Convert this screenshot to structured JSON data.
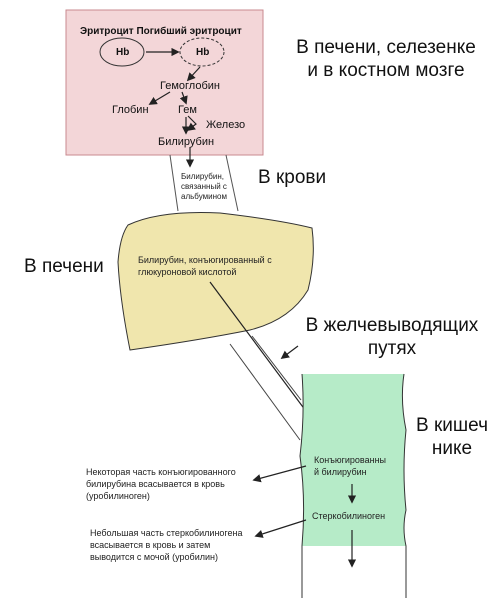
{
  "diagram": {
    "colors": {
      "pink_box": "#f3d6d8",
      "pink_border": "#c8898f",
      "liver_fill": "#f0e6ad",
      "intestine_fill": "#b6ebc8",
      "line": "#222222"
    },
    "top_box": {
      "header": "Эритроцит Погибший эритроцит",
      "hb_left": "Hb",
      "hb_right": "Hb",
      "hemoglobin": "Гемоглобин",
      "globin": "Глобин",
      "heme": "Гем",
      "iron": "Железо",
      "bilirubin": "Билирубин"
    },
    "labels": {
      "organs": "В печени, селезенке\nи в костном мозге",
      "blood": "В крови",
      "liver": "В печени",
      "bile_ducts": "В желчевыводящих\nпутях",
      "intestine": "В кишеч\nнике"
    },
    "notes": {
      "albumin": "Билирубин,\nсвязанный с\nальбумином",
      "conjugated": "Билирубин, конъюгированный с\nглюкуроновой кислотой",
      "intestine_conj": "Конъюгированны\nй билирубин",
      "stercobilinogen": "Стеркобилиноген",
      "urobilinogen": "Некоторая часть конъюгированного\nбилирубина всасывается в кровь\n(уробилиноген)",
      "urobilin": "Небольшая часть стеркобилиногена\nвсасывается в кровь и затем\nвыводится с мочой (уробилин)"
    }
  }
}
